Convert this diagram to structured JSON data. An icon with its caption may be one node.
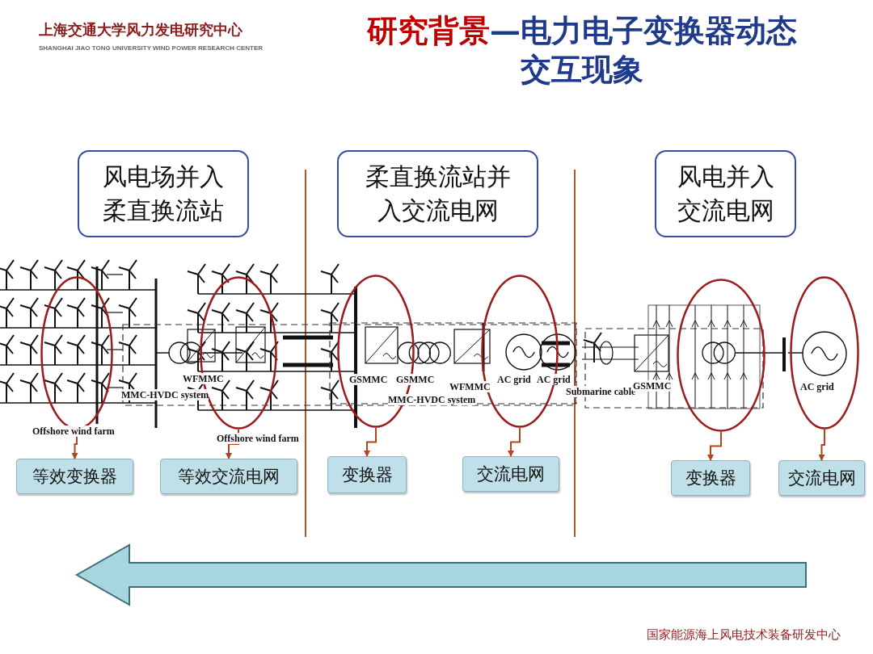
{
  "diagram": {
    "title": "研究背景—电力电子变换器动态交互现象",
    "nodes": [
      {
        "text": [
          "风电场并入柔直换流站"
        ]
      },
      {
        "text": [
          "柔直换流站并入交流电网"
        ]
      },
      {
        "text": [
          "风电并入交流电网"
        ]
      },
      {
        "text": [],
        "shape": "ellipse"
      },
      {
        "text": [],
        "shape": "ellipse"
      },
      {
        "text": [],
        "shape": "ellipse"
      },
      {
        "text": [],
        "shape": "ellipse"
      },
      {
        "text": [],
        "shape": "ellipse"
      },
      {
        "text": [],
        "shape": "ellipse"
      },
      {
        "text": [
          "等效变换器"
        ]
      },
      {
        "text": [
          "等效交流电网"
        ]
      },
      {
        "text": [
          "变换器"
        ]
      },
      {
        "text": [
          "交流电网"
        ]
      },
      {
        "text": [
          "变换器"
        ]
      },
      {
        "text": [
          "交流电网"
        ]
      }
    ],
    "edges": [
      {
        "from": 3,
        "to": 9,
        "arrow": "to"
      },
      {
        "from": 4,
        "to": 10,
        "arrow": "to"
      },
      {
        "from": 5,
        "to": 11,
        "arrow": "to"
      },
      {
        "from": 6,
        "to": 12,
        "arrow": "to"
      },
      {
        "from": 7,
        "to": 13,
        "arrow": "to"
      },
      {
        "from": 8,
        "to": 14,
        "arrow": "to"
      }
    ],
    "labels": [
      "上海交通大学风力发电研究中心",
      "SHANGHAI JIAO TONG UNIVERSITY WIND POWER RESEARCH CENTER",
      "WFMMC",
      "MMC-HVDC system",
      "Offshore wind farm",
      "Offshore wind farm",
      "GSMMC",
      "GSMMC",
      "WFMMC",
      "MMC-HVDC system",
      "AC grid",
      "AC grid",
      "Submarine cable",
      "GSMMC",
      "AC grid",
      "国家能源海上风电技术装备研发中心"
    ]
  }
}
